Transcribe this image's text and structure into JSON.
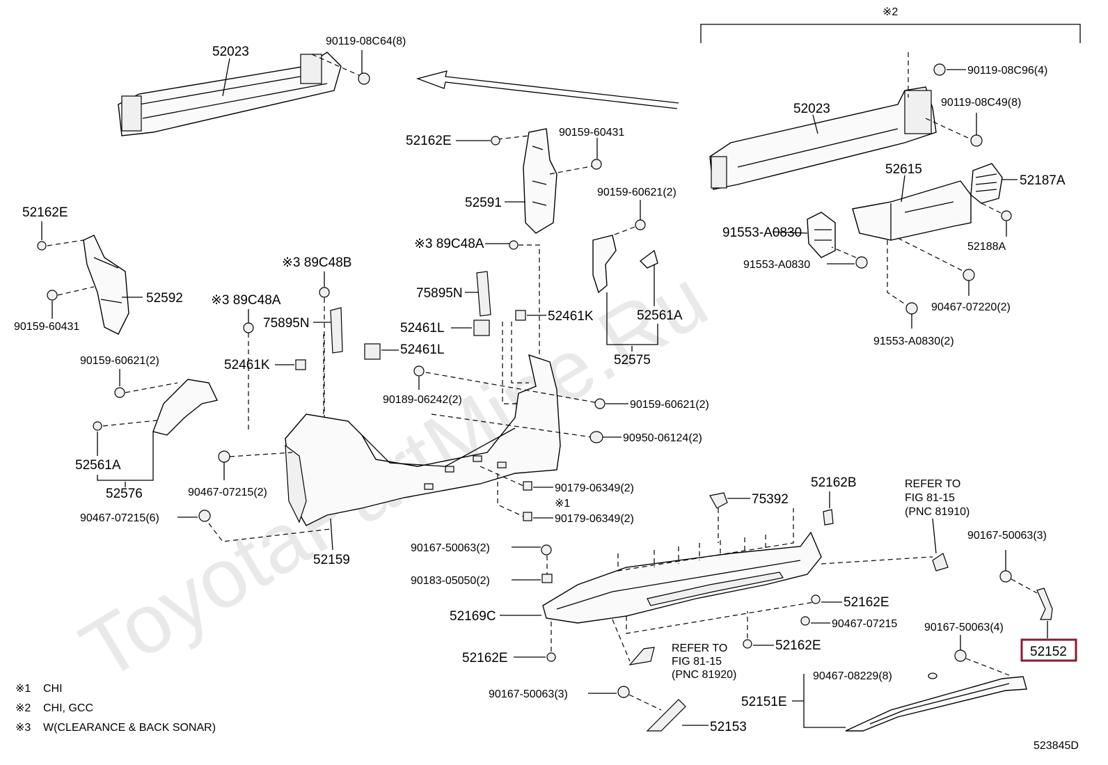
{
  "watermark": "ToyotaPartMine.Ru",
  "diagram_code": "523845D",
  "highlighted_part": "52152",
  "parts": [
    {
      "id": "p52023a",
      "code": "52023"
    },
    {
      "id": "p90119_08c64",
      "code": "90119-08C64(8)"
    },
    {
      "id": "p52162e_top",
      "code": "52162E"
    },
    {
      "id": "p90159_60431_top",
      "code": "90159-60431"
    },
    {
      "id": "p52591",
      "code": "52591"
    },
    {
      "id": "p90159_60621_mid",
      "code": "90159-60621(2)"
    },
    {
      "id": "p52162e_left",
      "code": "52162E"
    },
    {
      "id": "p52592",
      "code": "52592"
    },
    {
      "id": "p90159_60431_left",
      "code": "90159-60431"
    },
    {
      "id": "p89c48a_top",
      "code": "※3 89C48A"
    },
    {
      "id": "p89c48b",
      "code": "※3 89C48B"
    },
    {
      "id": "p89c48a_left",
      "code": "※3 89C48A"
    },
    {
      "id": "p75895n_right",
      "code": "75895N"
    },
    {
      "id": "p75895n_left",
      "code": "75895N"
    },
    {
      "id": "p52461l_a",
      "code": "52461L"
    },
    {
      "id": "p52461l_b",
      "code": "52461L"
    },
    {
      "id": "p52461k_right",
      "code": "52461K"
    },
    {
      "id": "p52461k_left",
      "code": "52461K"
    },
    {
      "id": "p52561a_right",
      "code": "52561A"
    },
    {
      "id": "p52575",
      "code": "52575"
    },
    {
      "id": "p90159_60621_left",
      "code": "90159-60621(2)"
    },
    {
      "id": "p90189_06242",
      "code": "90189-06242(2)"
    },
    {
      "id": "p90159_60621_low",
      "code": "90159-60621(2)"
    },
    {
      "id": "p90950_06124",
      "code": "90950-06124(2)"
    },
    {
      "id": "p52561a_left",
      "code": "52561A"
    },
    {
      "id": "p52576",
      "code": "52576"
    },
    {
      "id": "p90467_07215_2",
      "code": "90467-07215(2)"
    },
    {
      "id": "p90467_07215_6",
      "code": "90467-07215(6)"
    },
    {
      "id": "p90179_06349_a",
      "code": "90179-06349(2)"
    },
    {
      "id": "p90179_06349_b",
      "code": "90179-06349(2)"
    },
    {
      "id": "p52159",
      "code": "52159"
    },
    {
      "id": "p52023b",
      "code": "52023"
    },
    {
      "id": "p90119_08c96",
      "code": "90119-08C96(4)"
    },
    {
      "id": "p90119_08c49",
      "code": "90119-08C49(8)"
    },
    {
      "id": "p52615",
      "code": "52615"
    },
    {
      "id": "p52187a",
      "code": "52187A"
    },
    {
      "id": "p52188a",
      "code": "52188A"
    },
    {
      "id": "p91553_a0830_r",
      "code": "91553-A0830"
    },
    {
      "id": "p91553_a0830_l",
      "code": "91553-A0830"
    },
    {
      "id": "p90467_07220",
      "code": "90467-07220(2)"
    },
    {
      "id": "p91553_a0830_2",
      "code": "91553-A0830(2)"
    },
    {
      "id": "p75392",
      "code": "75392"
    },
    {
      "id": "p52162b",
      "code": "52162B"
    },
    {
      "id": "p90167_50063_2",
      "code": "90167-50063(2)"
    },
    {
      "id": "p90183_05050",
      "code": "90183-05050(2)"
    },
    {
      "id": "p52169c",
      "code": "52169C"
    },
    {
      "id": "p52162e_r1",
      "code": "52162E"
    },
    {
      "id": "p90467_07215",
      "code": "90467-07215"
    },
    {
      "id": "p52162e_r2",
      "code": "52162E"
    },
    {
      "id": "p52162e_low",
      "code": "52162E"
    },
    {
      "id": "p90167_50063_3r",
      "code": "90167-50063(3)"
    },
    {
      "id": "p90167_50063_4",
      "code": "90167-50063(4)"
    },
    {
      "id": "p52152",
      "code": "52152"
    },
    {
      "id": "p90467_08229",
      "code": "90467-08229(8)"
    },
    {
      "id": "p52151e",
      "code": "52151E"
    },
    {
      "id": "p90167_50063_3l",
      "code": "90167-50063(3)"
    },
    {
      "id": "p52153",
      "code": "52153"
    }
  ],
  "notes": {
    "n1": "※1",
    "n2": "※2"
  },
  "refs": {
    "r1": [
      "REFER TO",
      "FIG 81-15",
      "(PNC 81910)"
    ],
    "r2": [
      "REFER TO",
      "FIG 81-15",
      "(PNC 81920)"
    ]
  },
  "legend": [
    {
      "mark": "※1",
      "text": "CHI"
    },
    {
      "mark": "※2",
      "text": "CHI, GCC"
    },
    {
      "mark": "※3",
      "text": "W(CLEARANCE & BACK SONAR)"
    }
  ]
}
